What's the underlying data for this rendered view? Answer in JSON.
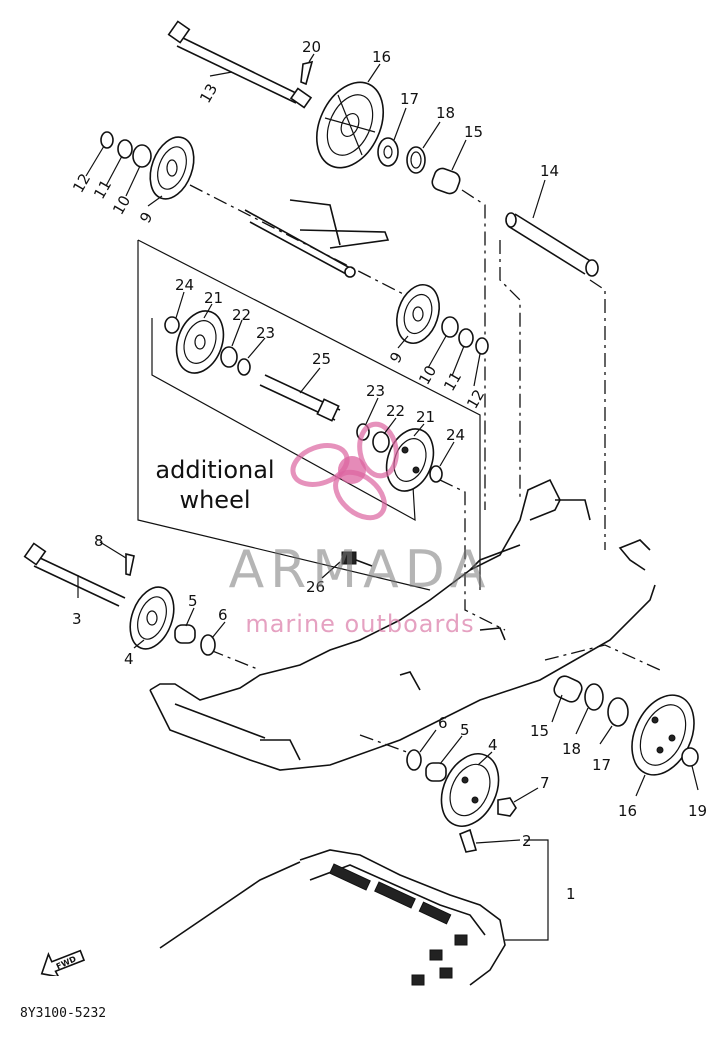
{
  "callouts": [
    "1",
    "2",
    "3",
    "4",
    "4",
    "5",
    "5",
    "6",
    "6",
    "7",
    "8",
    "9",
    "9",
    "10",
    "10",
    "11",
    "11",
    "12",
    "12",
    "13",
    "14",
    "15",
    "15",
    "16",
    "16",
    "17",
    "17",
    "18",
    "18",
    "19",
    "20",
    "21",
    "21",
    "22",
    "22",
    "23",
    "23",
    "24",
    "24",
    "25",
    "26"
  ],
  "annotation": {
    "line1": "additional",
    "line2": "wheel"
  },
  "watermark": {
    "brand": "ARMADA",
    "tagline": "marine outboards"
  },
  "fwd_label": "FWD",
  "diagram_code": "8Y3100-5232",
  "colors": {
    "ink": "#111111",
    "watermark_gray": "#808080",
    "watermark_pink": "#e08ab8"
  }
}
